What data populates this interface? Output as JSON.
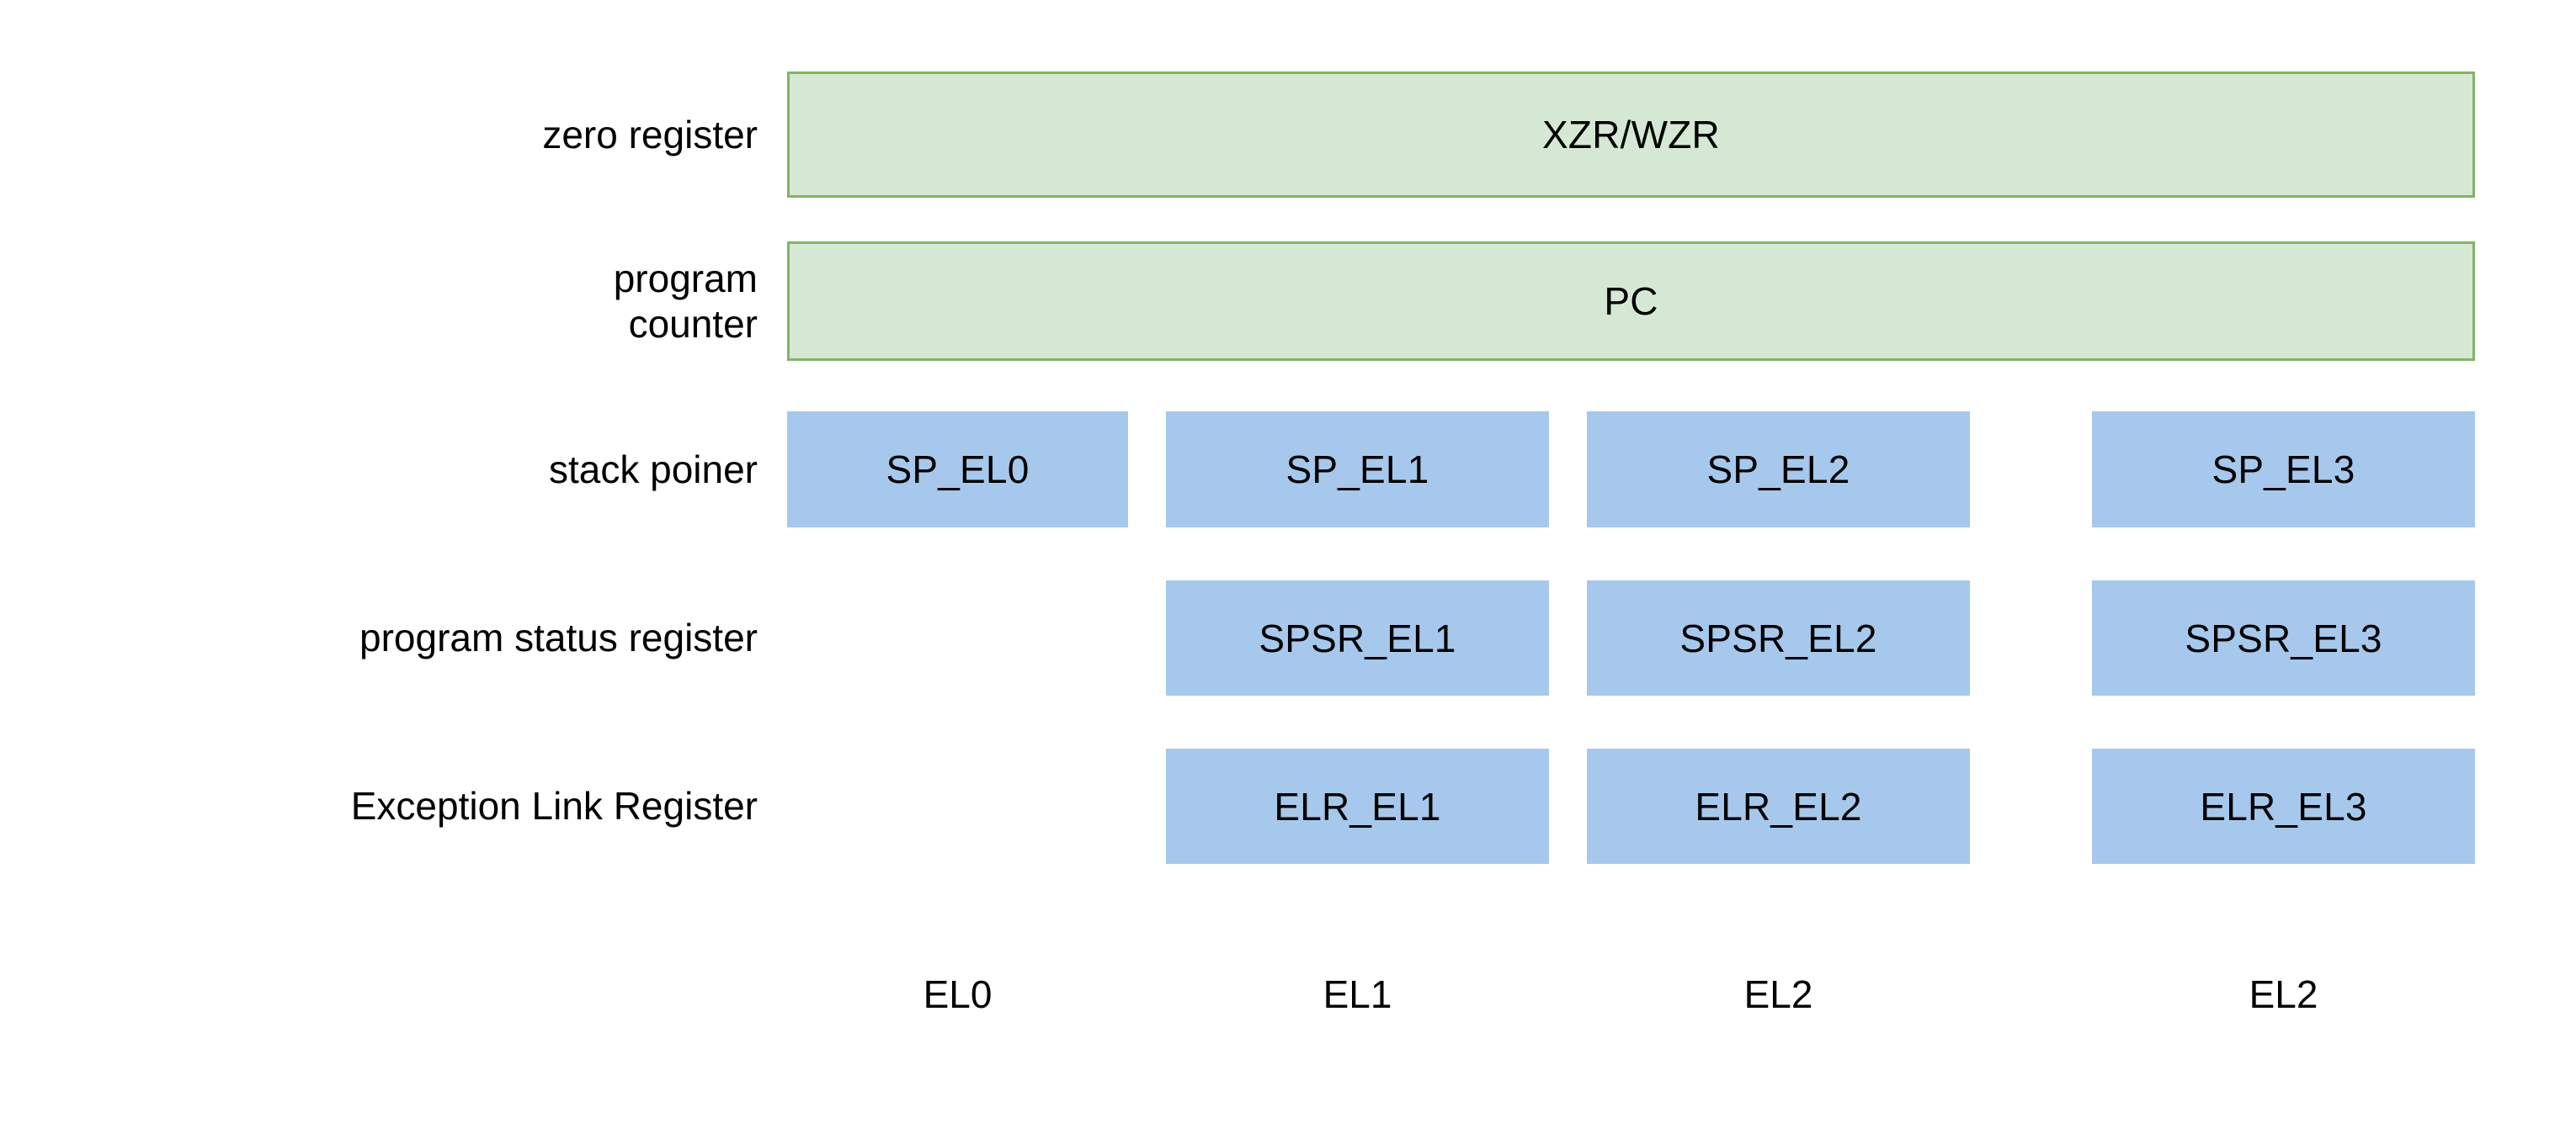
{
  "diagram": {
    "title": "AArch64 special registers by exception level",
    "colors": {
      "green_fill": "#d5e8d4",
      "green_border": "#82b366",
      "blue_fill": "#a6c8ec",
      "background": "#ffffff",
      "text": "#000000"
    },
    "row_labels": [
      {
        "id": "zero-register",
        "text": "zero register"
      },
      {
        "id": "program-counter",
        "text": "program\ncounter"
      },
      {
        "id": "stack-pointer",
        "text": "stack poiner"
      },
      {
        "id": "program-status-register",
        "text": "program status register"
      },
      {
        "id": "exception-link-register",
        "text": "Exception Link Register"
      }
    ],
    "rows": [
      {
        "id": "zero-register-row",
        "style": "green",
        "span": "full",
        "cells": [
          {
            "label": "XZR/WZR"
          }
        ]
      },
      {
        "id": "program-counter-row",
        "style": "green",
        "span": "full",
        "cells": [
          {
            "label": "PC"
          }
        ]
      },
      {
        "id": "stack-pointer-row",
        "style": "blue",
        "span": "columns",
        "cells": [
          {
            "label": "SP_EL0"
          },
          {
            "label": "SP_EL1"
          },
          {
            "label": "SP_EL2"
          },
          {
            "label": "SP_EL3"
          }
        ]
      },
      {
        "id": "program-status-register-row",
        "style": "blue",
        "span": "columns",
        "cells": [
          {
            "label": ""
          },
          {
            "label": "SPSR_EL1"
          },
          {
            "label": "SPSR_EL2"
          },
          {
            "label": "SPSR_EL3"
          }
        ]
      },
      {
        "id": "exception-link-register-row",
        "style": "blue",
        "span": "columns",
        "cells": [
          {
            "label": ""
          },
          {
            "label": "ELR_EL1"
          },
          {
            "label": "ELR_EL2"
          },
          {
            "label": "ELR_EL3"
          }
        ]
      }
    ],
    "column_labels": [
      {
        "id": "el0",
        "text": "EL0"
      },
      {
        "id": "el1",
        "text": "EL1"
      },
      {
        "id": "el2",
        "text": "EL2"
      },
      {
        "id": "el3",
        "text": "EL2"
      }
    ]
  }
}
